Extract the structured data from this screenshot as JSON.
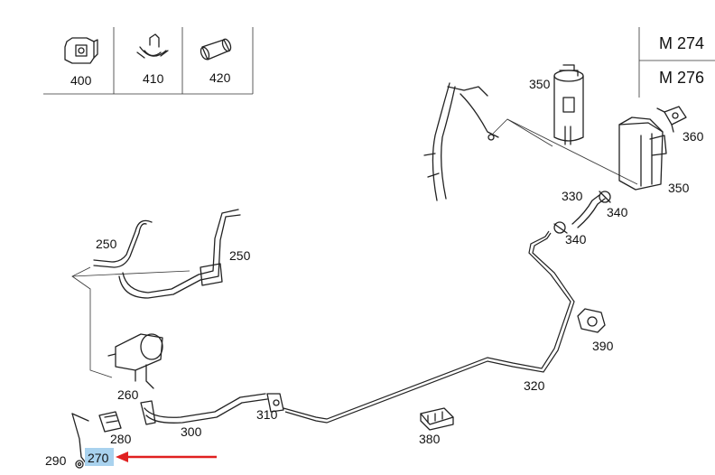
{
  "parts_table": {
    "items": [
      {
        "num": "400",
        "icon": "bracket-clip-icon"
      },
      {
        "num": "410",
        "icon": "hose-clamp-icon"
      },
      {
        "num": "420",
        "icon": "hose-sleeve-icon"
      }
    ]
  },
  "engine_table": {
    "rows": [
      "M 274",
      "M 276"
    ]
  },
  "callouts": {
    "p250a": "250",
    "p250b": "250",
    "p260": "260",
    "p270": "270",
    "p280": "280",
    "p290": "290",
    "p300": "300",
    "p310": "310",
    "p320": "320",
    "p330": "330",
    "p340a": "340",
    "p340b": "340",
    "p350a": "350",
    "p350b": "350",
    "p360": "360",
    "p380": "380",
    "p390": "390"
  },
  "highlight": {
    "part": "270",
    "color": "#a9d2ee",
    "arrow_color": "#e02020"
  }
}
